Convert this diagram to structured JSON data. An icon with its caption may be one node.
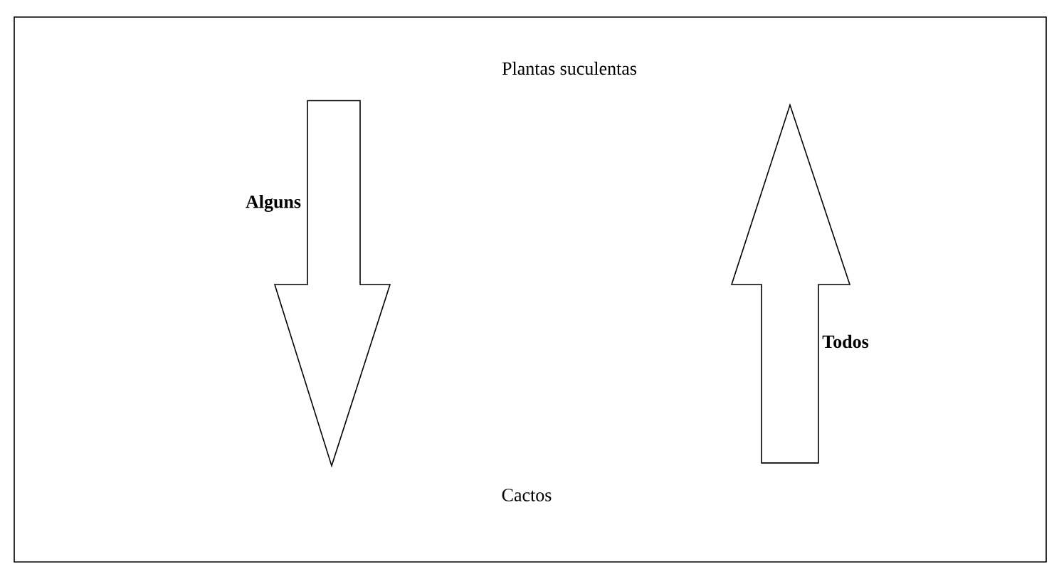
{
  "diagram": {
    "nodes": [
      {
        "text": [
          "Plantas suculentas"
        ]
      },
      {
        "text": [
          "Cactos"
        ]
      }
    ],
    "edges": [
      {
        "from": 0,
        "to": 1,
        "arrow": "to",
        "label": "Alguns"
      },
      {
        "from": 1,
        "to": 0,
        "arrow": "to",
        "label": "Todos"
      }
    ]
  }
}
